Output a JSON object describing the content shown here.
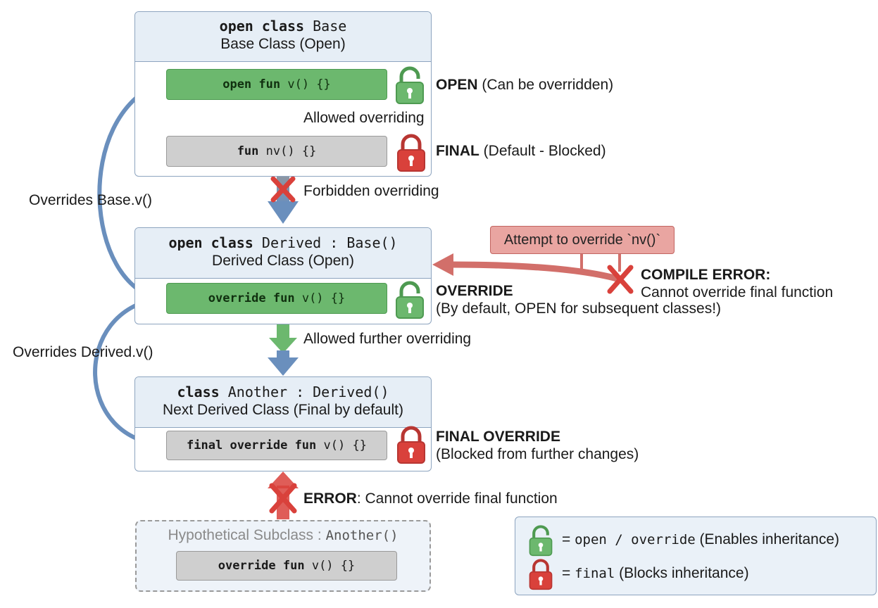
{
  "base": {
    "head_kw": "open class",
    "head_name": "Base",
    "subtitle": "Base Class (Open)",
    "open_fun": {
      "kw": "open fun",
      "sig": "v() {}"
    },
    "final_fun": {
      "kw": "fun",
      "sig": "nv() {}"
    },
    "open_label_bold": "OPEN",
    "open_label_rest": "(Can be overridden)",
    "final_label_bold": "FINAL",
    "final_label_rest": "(Default - Blocked)"
  },
  "arrows": {
    "allowed_overriding": "Allowed overriding",
    "forbidden_overriding": "Forbidden overriding",
    "allowed_further": "Allowed further overriding",
    "overrides_base": "Overrides Base.v()",
    "overrides_derived": "Overrides Derived.v()",
    "error_bold": "ERROR",
    "error_rest": ": Cannot override final function"
  },
  "derived": {
    "head_kw": "open class",
    "head_name": "Derived : Base()",
    "subtitle": "Derived Class (Open)",
    "override_fun": {
      "kw": "override fun",
      "sig": "v() {}"
    },
    "override_label_bold": "OVERRIDE",
    "override_label_rest": "(By default, OPEN for subsequent classes!)"
  },
  "attempt": {
    "text": "Attempt to override `nv()`",
    "error_bold": "COMPILE ERROR:",
    "error_rest": "Cannot override final function"
  },
  "another": {
    "head_kw": "class",
    "head_name": "Another : Derived()",
    "subtitle": "Next Derived Class (Final by default)",
    "final_override_fun": {
      "kw": "final override fun",
      "sig": "v() {}"
    },
    "label_bold": "FINAL OVERRIDE",
    "label_rest": "(Blocked from further changes)"
  },
  "hypothetical": {
    "title": "Hypothetical Subclass :",
    "title_code": "Another()",
    "fun": {
      "kw": "override fun",
      "sig": "v() {}"
    }
  },
  "legend": {
    "open_code": "open / override",
    "open_text": "(Enables inheritance)",
    "final_code": "final",
    "final_text": "(Blocks inheritance)",
    "equals": "="
  },
  "colors": {
    "green": "#6cb86e",
    "red": "#d9413b",
    "blue": "#6a8fbd",
    "gray": "#cfcfcf"
  }
}
